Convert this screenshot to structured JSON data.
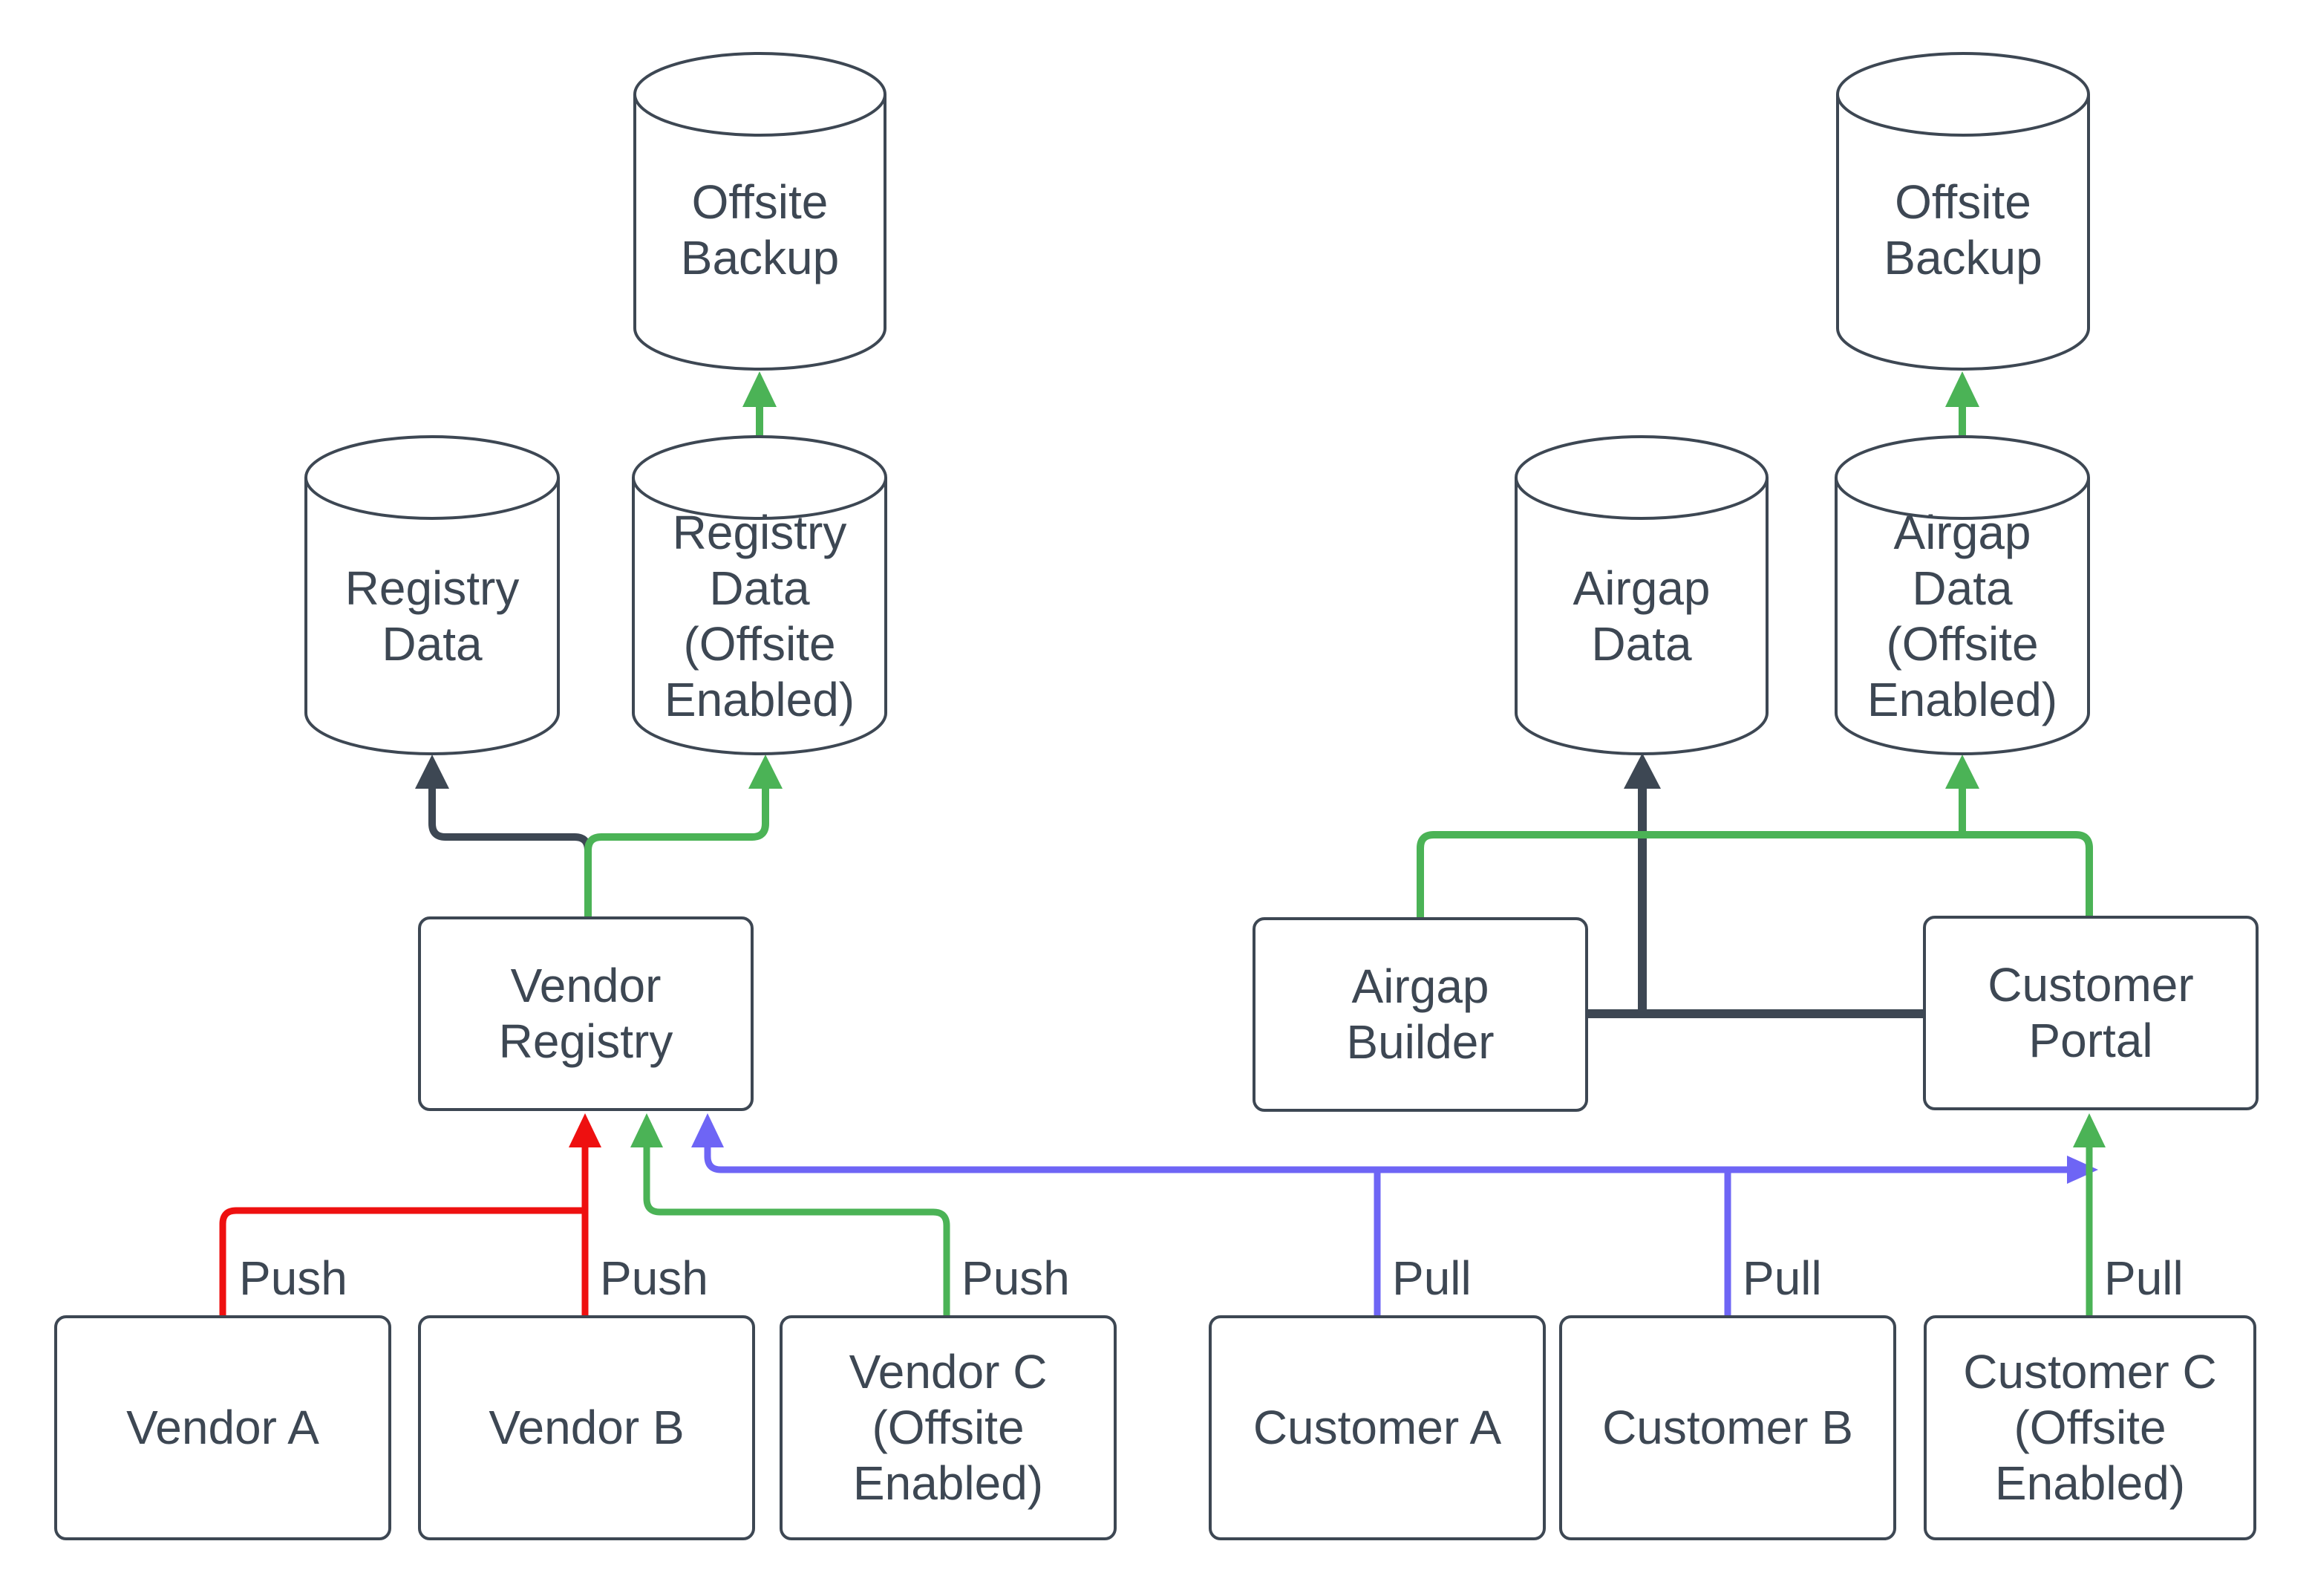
{
  "colors": {
    "dark": "#3d4753",
    "red": "#ee1010",
    "green": "#4bb356",
    "blue": "#6e65f5",
    "background": "#ffffff"
  },
  "nodes": {
    "offsite_backup_left": {
      "label": "Offsite\nBackup",
      "shape": "cylinder"
    },
    "registry_data": {
      "label": "Registry\nData",
      "shape": "cylinder"
    },
    "registry_data_offsite": {
      "label": "Registry\nData\n(Offsite\nEnabled)",
      "shape": "cylinder"
    },
    "vendor_registry": {
      "label": "Vendor\nRegistry",
      "shape": "rect"
    },
    "vendor_a": {
      "label": "Vendor A",
      "shape": "rect"
    },
    "vendor_b": {
      "label": "Vendor B",
      "shape": "rect"
    },
    "vendor_c": {
      "label": "Vendor C\n(Offsite\nEnabled)",
      "shape": "rect"
    },
    "offsite_backup_right": {
      "label": "Offsite\nBackup",
      "shape": "cylinder"
    },
    "airgap_data": {
      "label": "Airgap\nData",
      "shape": "cylinder"
    },
    "airgap_data_offsite": {
      "label": "Airgap\nData\n(Offsite\nEnabled)",
      "shape": "cylinder"
    },
    "airgap_builder": {
      "label": "Airgap\nBuilder",
      "shape": "rect"
    },
    "customer_portal": {
      "label": "Customer\nPortal",
      "shape": "rect"
    },
    "customer_a": {
      "label": "Customer A",
      "shape": "rect"
    },
    "customer_b": {
      "label": "Customer B",
      "shape": "rect"
    },
    "customer_c": {
      "label": "Customer C\n(Offsite\nEnabled)",
      "shape": "rect"
    }
  },
  "edge_labels": {
    "push_a": "Push",
    "push_b": "Push",
    "push_c": "Push",
    "pull_a": "Pull",
    "pull_b": "Pull",
    "pull_c": "Pull"
  }
}
